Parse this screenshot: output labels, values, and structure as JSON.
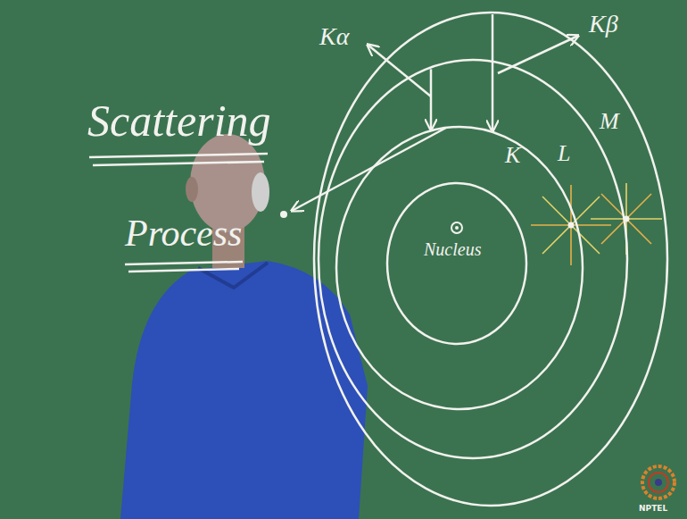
{
  "diagram": {
    "nodes": [
      {
        "text": [
          "M"
        ]
      },
      {
        "text": [
          "L"
        ],
        "in": 0
      },
      {
        "text": [
          "K"
        ],
        "in": 1
      },
      {
        "text": [
          "Nucleus"
        ],
        "in": 2
      }
    ],
    "edges": [
      {
        "from": 1,
        "to": 2,
        "arrow": "to"
      },
      {
        "from": 0,
        "to": 2,
        "arrow": "to"
      }
    ],
    "labels": [
      "Scattering",
      "Process",
      "Kα",
      "Kβ",
      "NPTEL"
    ]
  }
}
